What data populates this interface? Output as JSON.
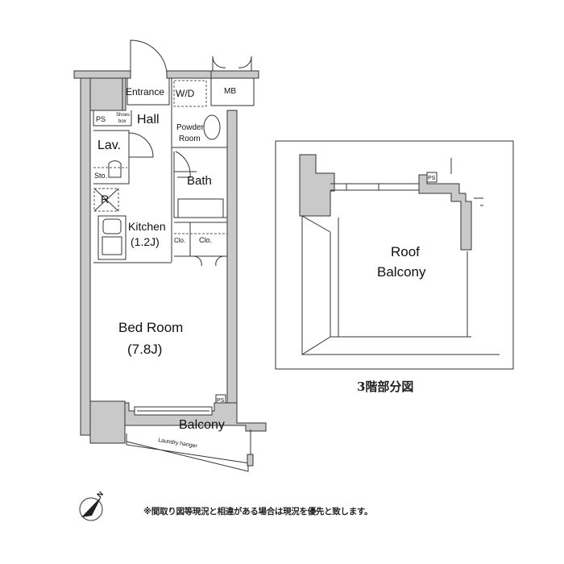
{
  "unit_plan": {
    "rooms": {
      "entrance": "Entrance",
      "wd": "W/D",
      "mb": "MB",
      "ps": "PS",
      "shoes_box_1": "Shoes",
      "shoes_box_2": "box",
      "hall": "Hall",
      "powder_room_1": "Powder",
      "powder_room_2": "Room",
      "lav": "Lav.",
      "sto": "Sto.",
      "bath": "Bath",
      "r": "R",
      "kitchen": "Kitchen",
      "kitchen_size": "(1.2J)",
      "clo_1": "Clo.",
      "clo_2": "Clo.",
      "bedroom": "Bed Room",
      "bedroom_size": "(7.8J)",
      "ps_balcony": "PS",
      "balcony": "Balcony",
      "laundry_hanger": "Laundry hanger"
    }
  },
  "roof_plan": {
    "label_1": "Roof",
    "label_2": "Balcony",
    "ps": "PS",
    "caption": "3階部分図"
  },
  "compass": {
    "north": "N"
  },
  "note": "※間取り図等現況と相違がある場合は現況を優先と致します。"
}
